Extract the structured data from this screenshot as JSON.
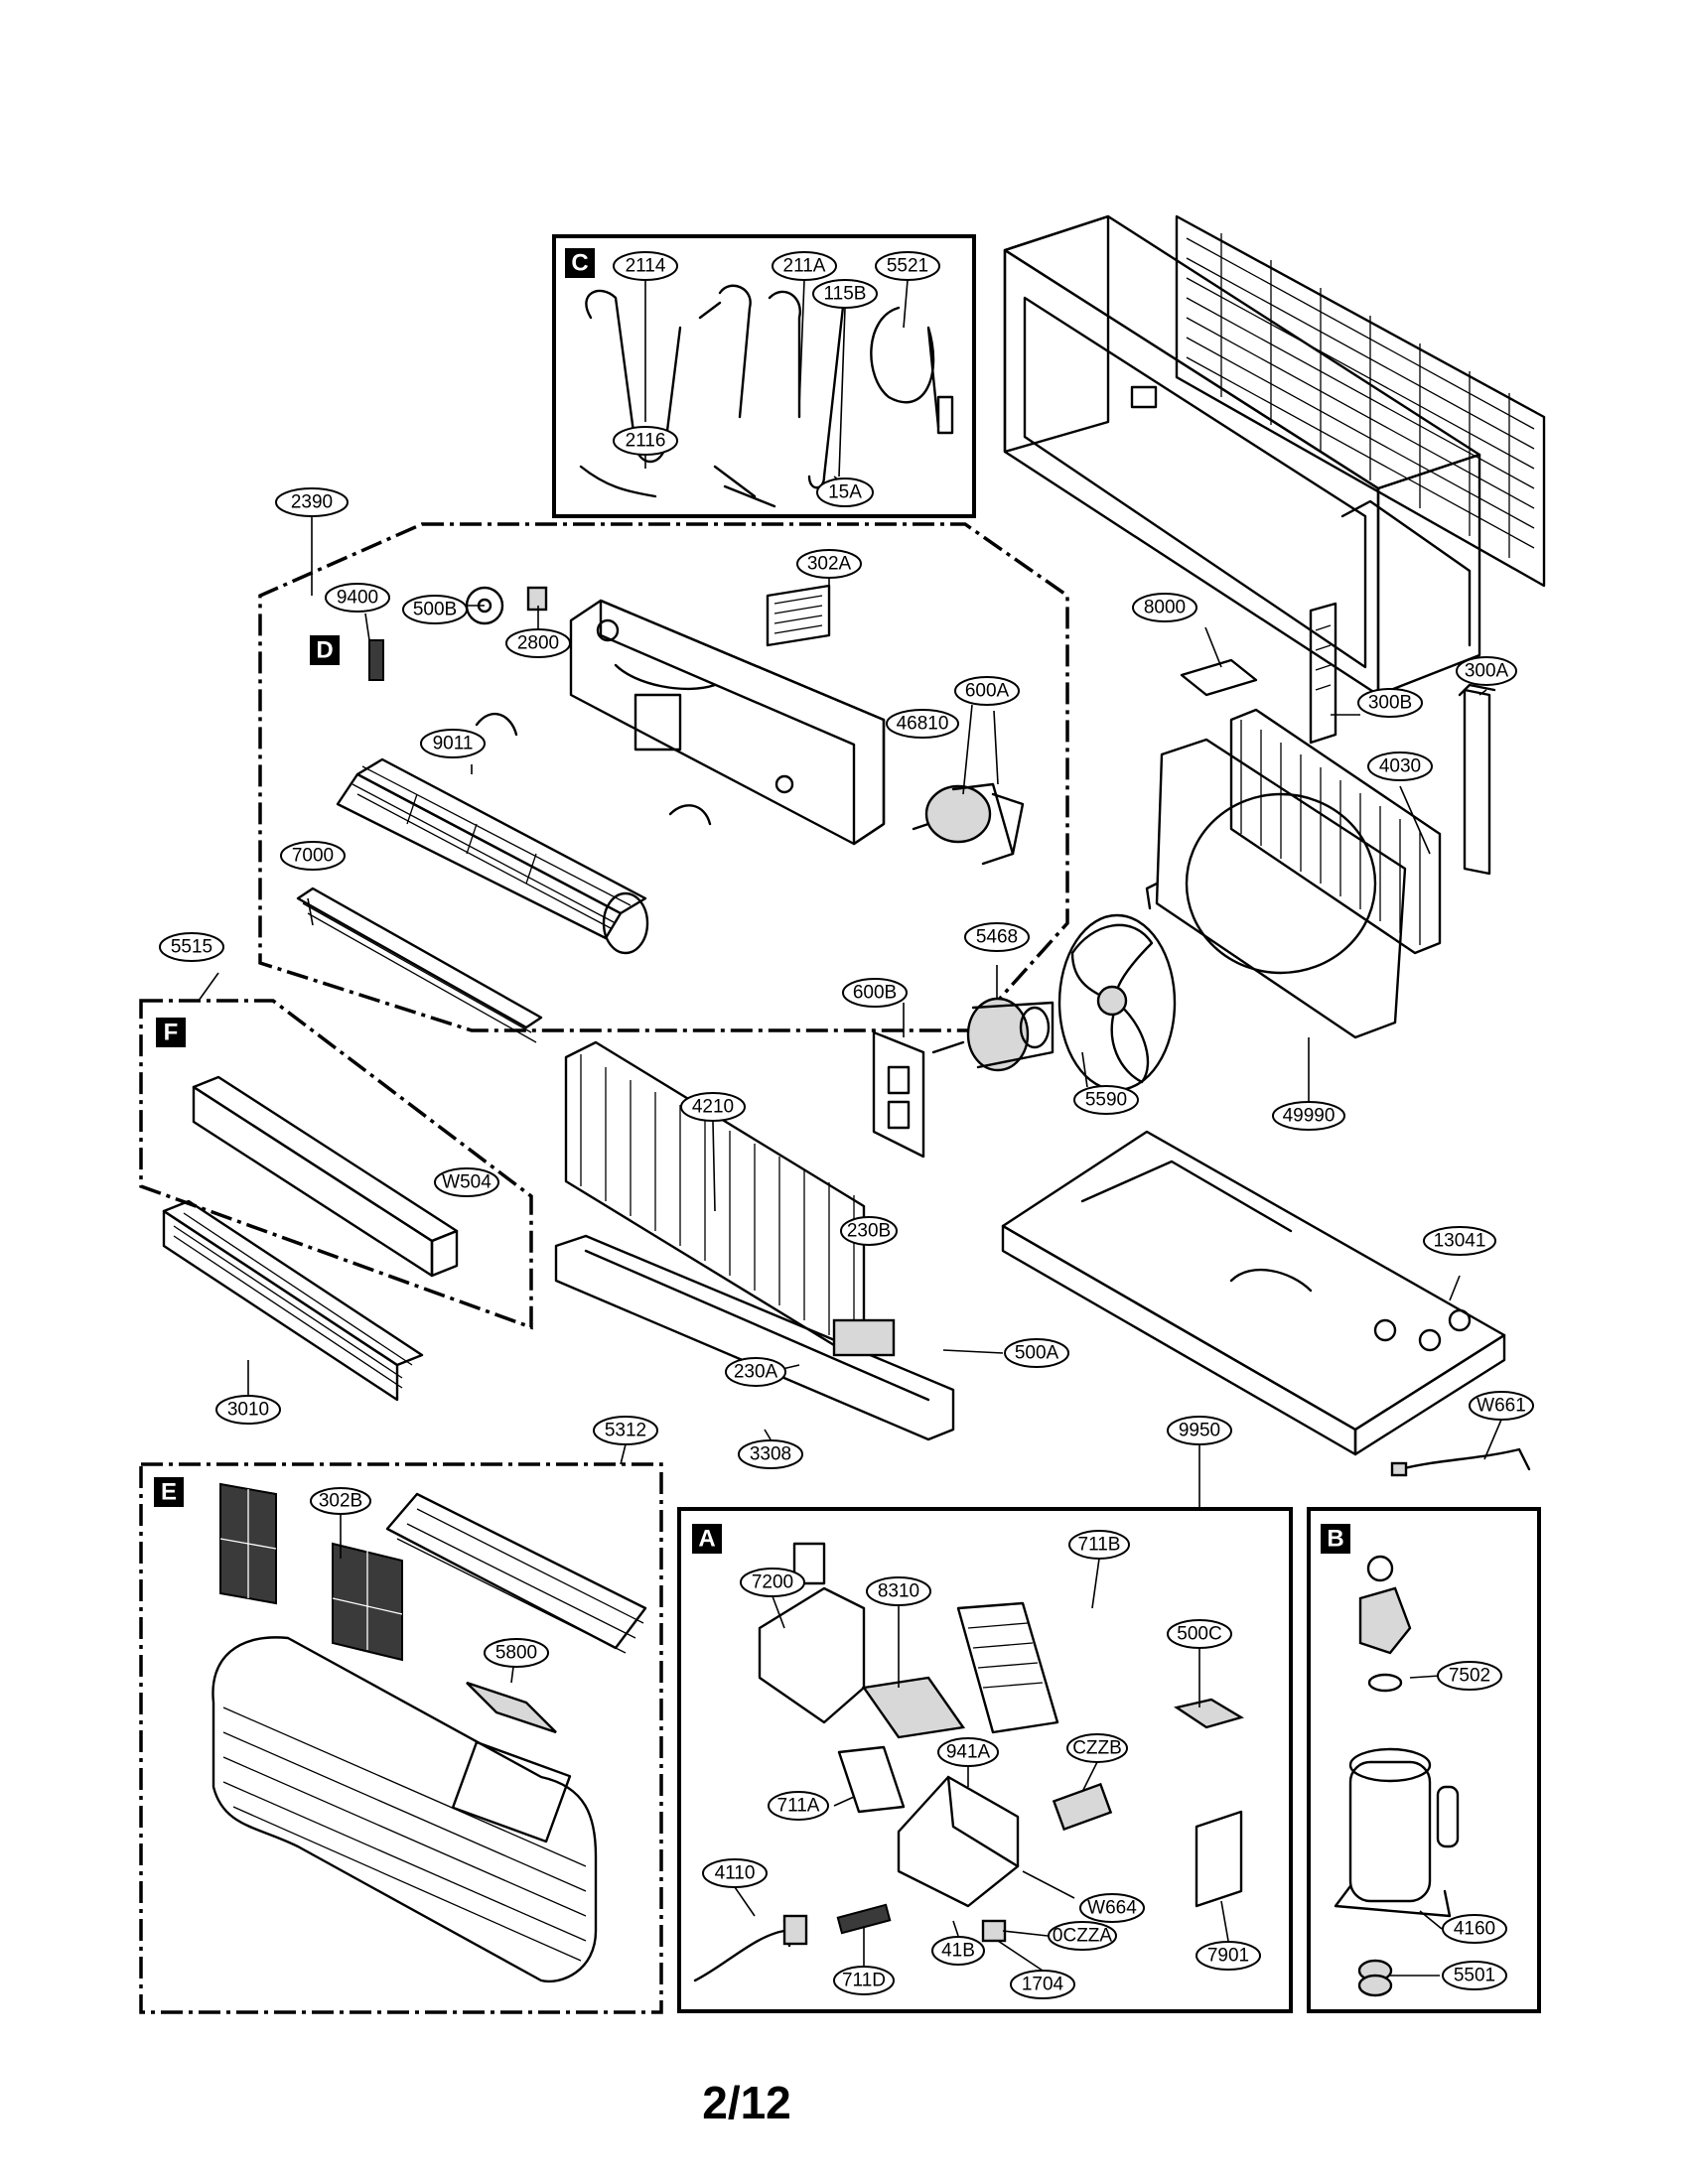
{
  "page": {
    "number": "2/12"
  },
  "groups": {
    "a": "A",
    "b": "B",
    "c": "C",
    "d": "D",
    "e": "E",
    "f": "F"
  },
  "parts": {
    "p2114": "2114",
    "p211A": "211A",
    "p5521": "5521",
    "p115B": "115B",
    "p2116": "2116",
    "p15A": "15A",
    "p2390": "2390",
    "p302A": "302A",
    "p9400": "9400",
    "p500B": "500B",
    "p2800": "2800",
    "p8000": "8000",
    "p300A": "300A",
    "p300B": "300B",
    "p600A": "600A",
    "p46810": "46810",
    "p9011": "9011",
    "p4030": "4030",
    "p7000": "7000",
    "p5468": "5468",
    "p5515": "5515",
    "p600B": "600B",
    "p5590": "5590",
    "p49990": "49990",
    "p4210": "4210",
    "pW504": "W504",
    "p230B": "230B",
    "p13041": "13041",
    "p500A": "500A",
    "p230A": "230A",
    "p3010": "3010",
    "pW661": "W661",
    "p3308": "3308",
    "p5312": "5312",
    "p9950": "9950",
    "p302B": "302B",
    "p711B": "711B",
    "p7200": "7200",
    "p8310": "8310",
    "p500C": "500C",
    "p7502": "7502",
    "p5800": "5800",
    "pCZZB": "CZZB",
    "p941A": "941A",
    "p711A": "711A",
    "p4110": "4110",
    "pW664": "W664",
    "p0CZZA": "0CZZA",
    "p41B": "41B",
    "p711D": "711D",
    "p1704": "1704",
    "p7901": "7901",
    "p4160": "4160",
    "p5501": "5501"
  }
}
